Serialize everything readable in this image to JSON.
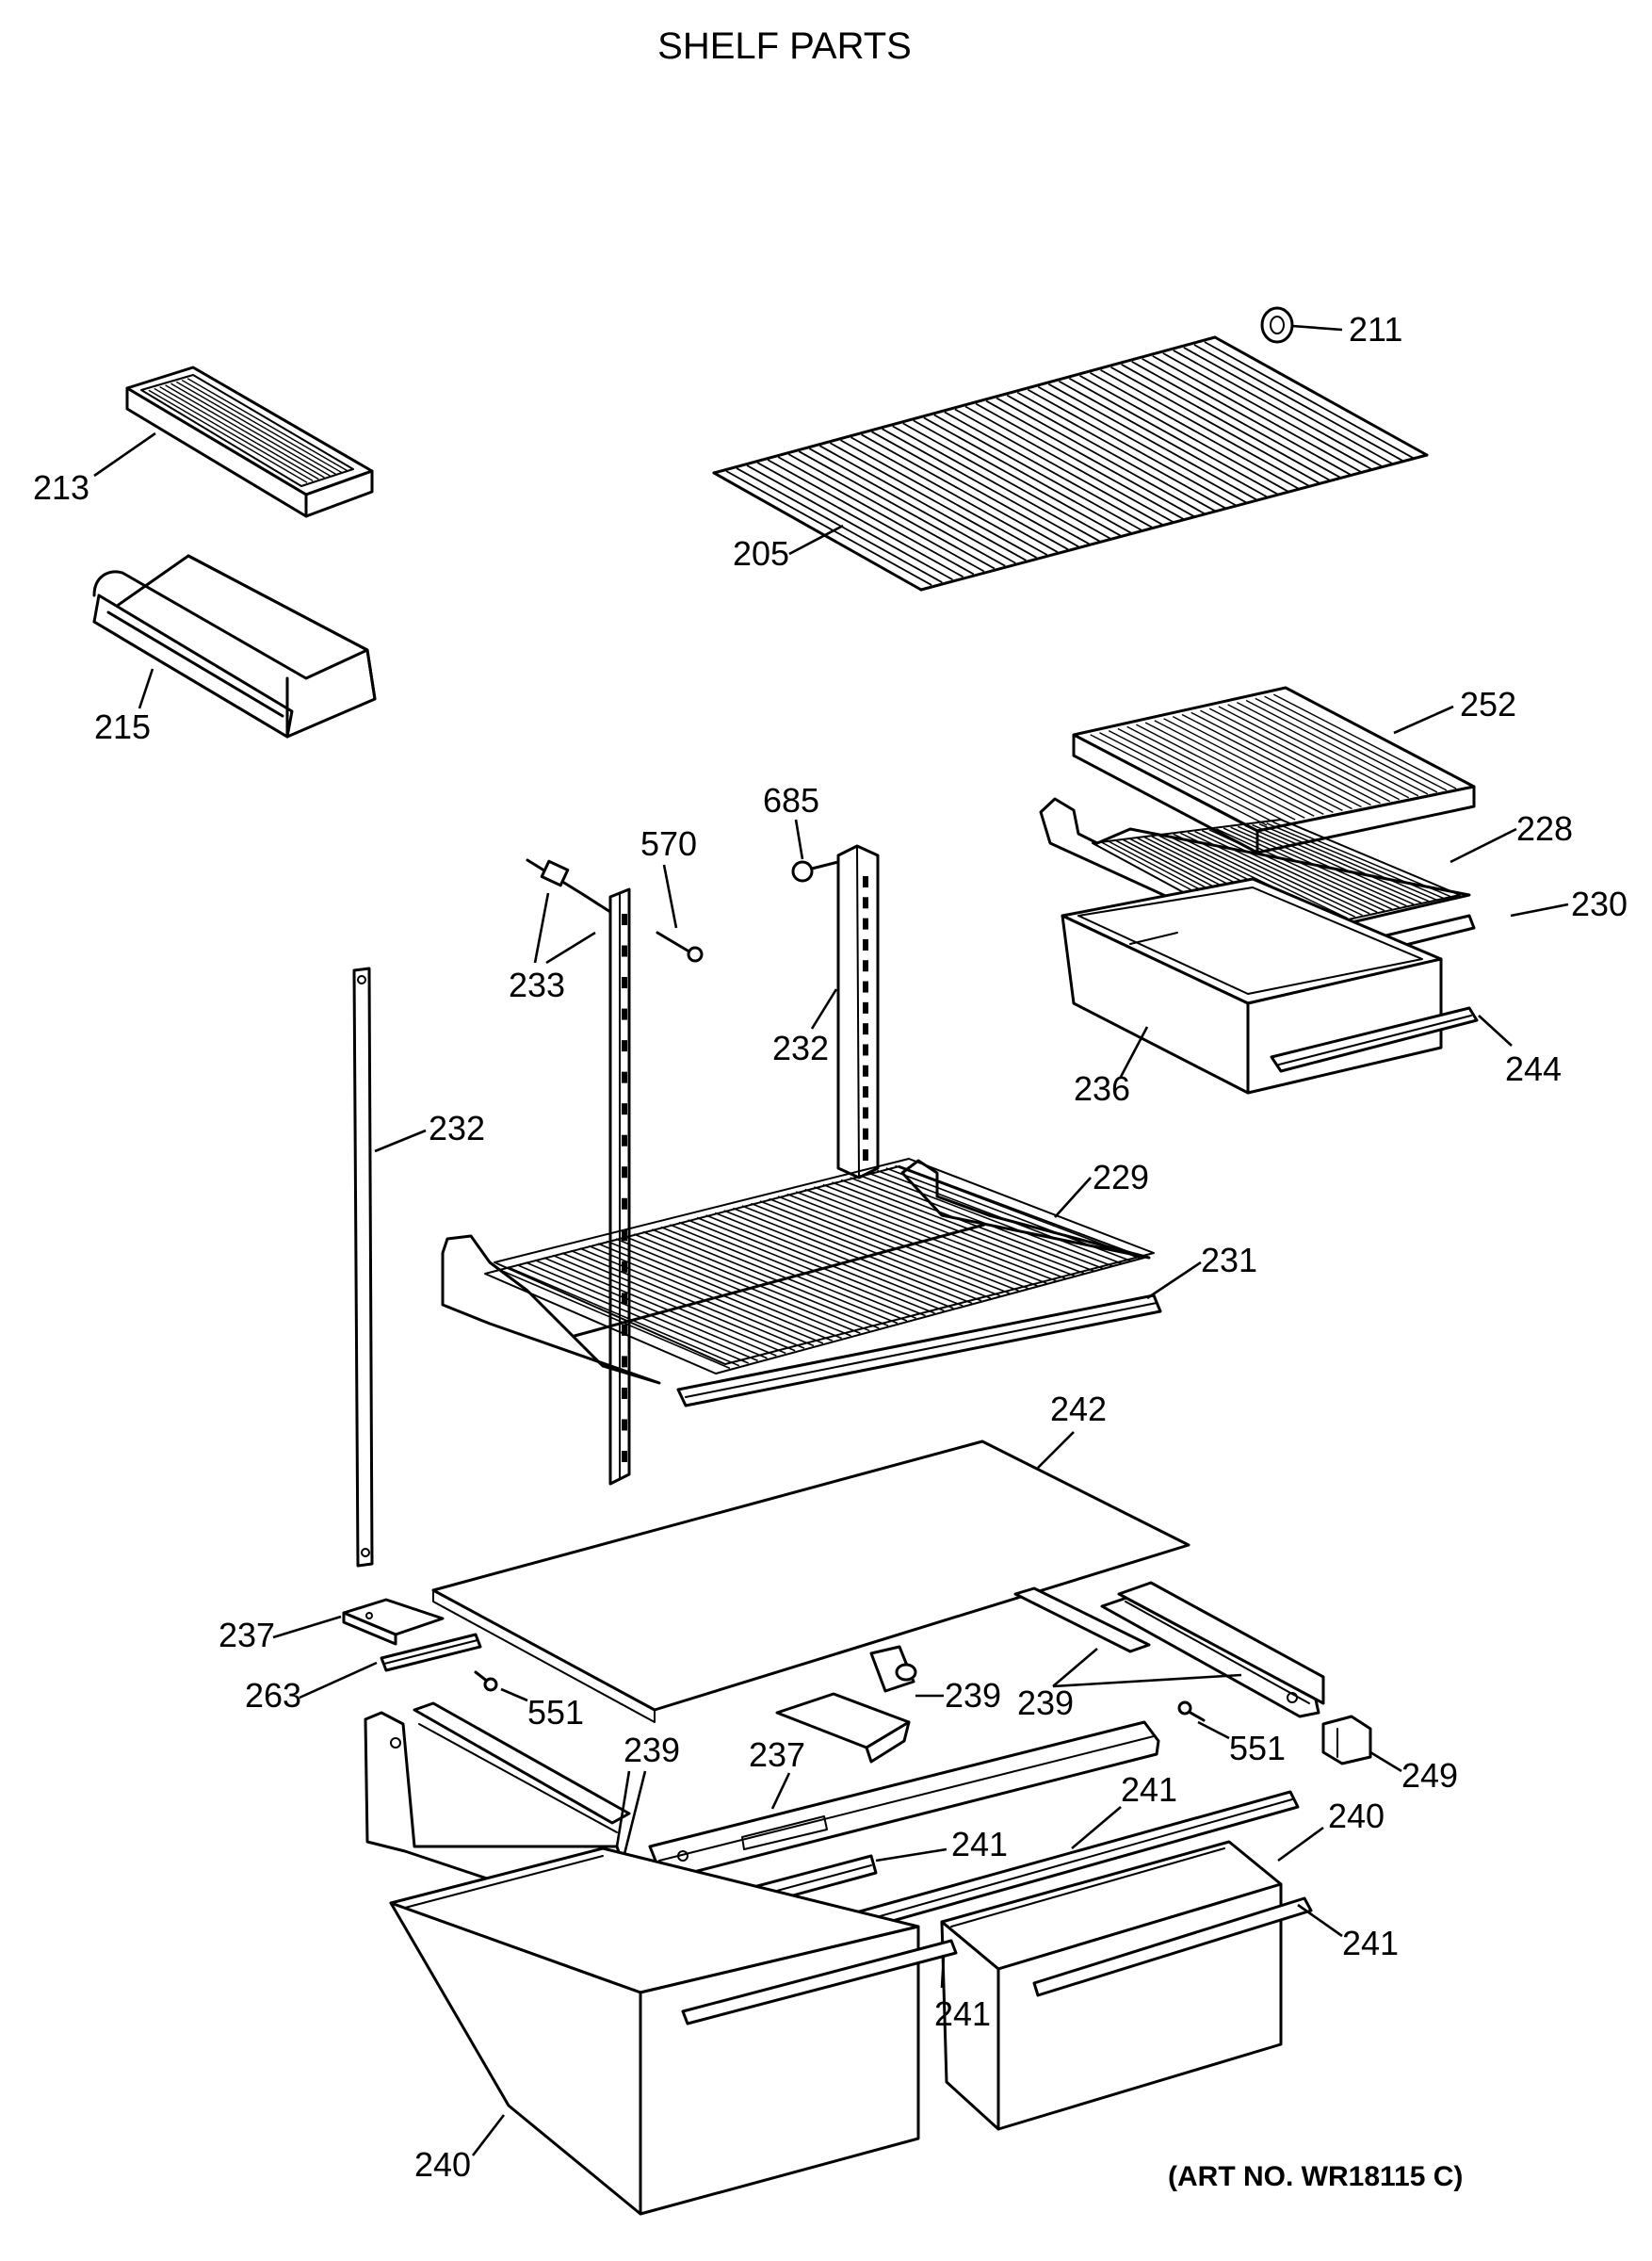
{
  "title": "SHELF PARTS",
  "art_number": "(ART NO. WR18115 C)",
  "callouts": {
    "p211": "211",
    "p213": "213",
    "p205": "205",
    "p215": "215",
    "p252": "252",
    "p685": "685",
    "p570": "570",
    "p228": "228",
    "p230": "230",
    "p233": "233",
    "p232_center": "232",
    "p236": "236",
    "p244": "244",
    "p232_left": "232",
    "p229": "229",
    "p231": "231",
    "p242": "242",
    "p237_left": "237",
    "p263": "263",
    "p551_left": "551",
    "p239_center": "239",
    "p239_right": "239",
    "p551_right": "551",
    "p249": "249",
    "p239_left": "239",
    "p237_center": "237",
    "p241_top": "241",
    "p241_mid": "241",
    "p240_right": "240",
    "p241_right": "241",
    "p241_bottom": "241",
    "p240_left": "240"
  }
}
